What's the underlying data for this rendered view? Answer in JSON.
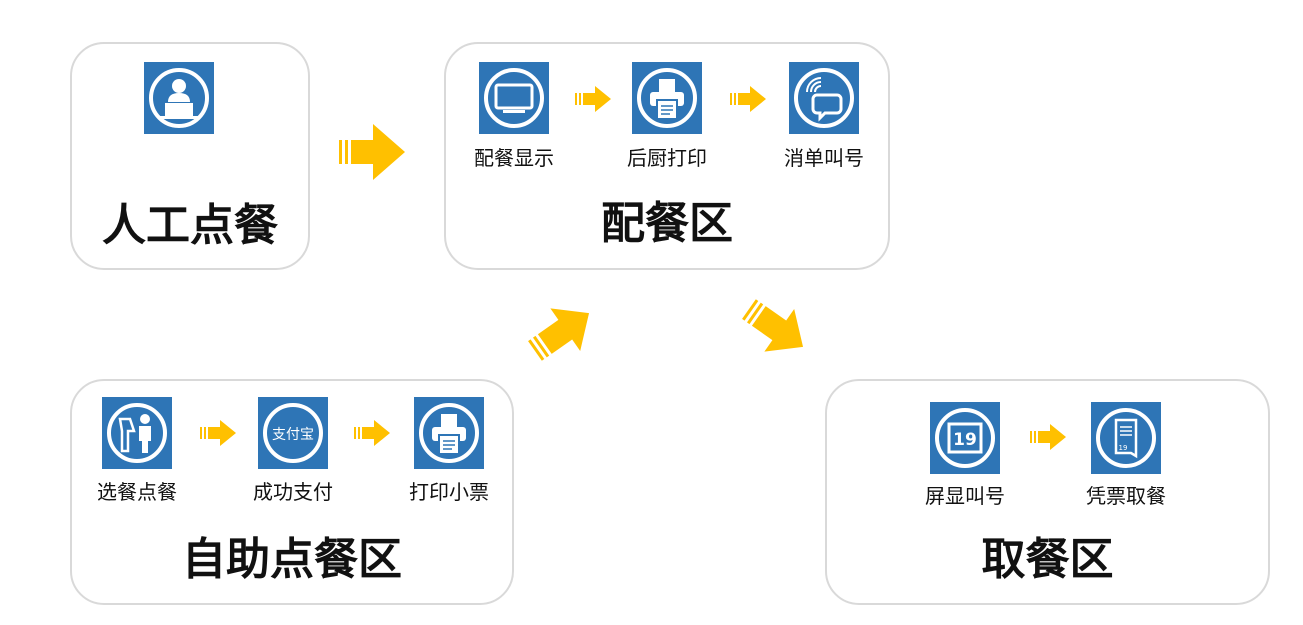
{
  "colors": {
    "tile": "#2e75b6",
    "arrow": "#ffc000",
    "border": "#d9d9d9"
  },
  "manual": {
    "title": "人工点餐",
    "icon": "cashier-person-icon"
  },
  "prep": {
    "title": "配餐区",
    "steps": [
      {
        "label": "配餐显示",
        "icon": "monitor-icon"
      },
      {
        "label": "后厨打印",
        "icon": "printer-icon"
      },
      {
        "label": "消单叫号",
        "icon": "speech-call-icon"
      }
    ]
  },
  "self": {
    "title": "自助点餐区",
    "steps": [
      {
        "label": "选餐点餐",
        "icon": "kiosk-person-icon"
      },
      {
        "label": "成功支付",
        "icon": "alipay-icon",
        "icon_text": "支付宝"
      },
      {
        "label": "打印小票",
        "icon": "printer-icon"
      }
    ]
  },
  "pickup": {
    "title": "取餐区",
    "steps": [
      {
        "label": "屏显叫号",
        "icon": "number-display-icon",
        "icon_text": "19"
      },
      {
        "label": "凭票取餐",
        "icon": "ticket-icon",
        "icon_text": "19"
      }
    ]
  }
}
